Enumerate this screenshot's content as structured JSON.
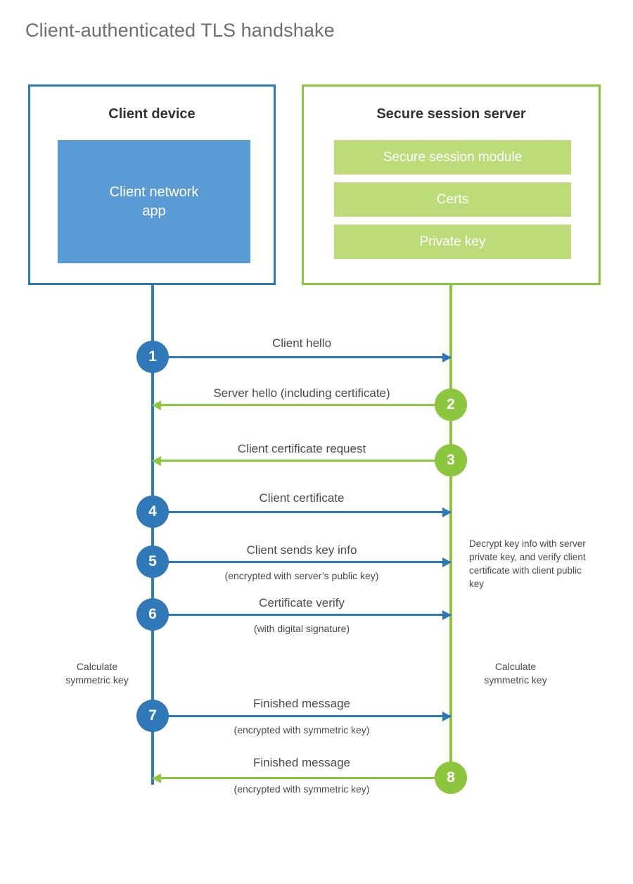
{
  "title": "Client-authenticated TLS handshake",
  "colors": {
    "client_blue": "#3079b8",
    "client_inner_blue": "#5b9bd5",
    "server_green": "#8cc63e",
    "server_inner_green": "#bddb79",
    "text_gray": "#4a4a4a",
    "title_gray": "#6e6e6e",
    "background": "#ffffff"
  },
  "client": {
    "title": "Client device",
    "app_label": "Client network\napp"
  },
  "server": {
    "title": "Secure session server",
    "components": [
      {
        "label": "Secure session module"
      },
      {
        "label": "Certs"
      },
      {
        "label": "Private key"
      }
    ]
  },
  "steps": [
    {
      "number": "1",
      "label": "Client hello",
      "sub": "",
      "direction": "client-to-server",
      "color": "blue"
    },
    {
      "number": "2",
      "label": "Server hello (including certificate)",
      "sub": "",
      "direction": "server-to-client",
      "color": "green"
    },
    {
      "number": "3",
      "label": "Client certificate request",
      "sub": "",
      "direction": "server-to-client",
      "color": "green"
    },
    {
      "number": "4",
      "label": "Client certificate",
      "sub": "",
      "direction": "client-to-server",
      "color": "blue"
    },
    {
      "number": "5",
      "label": "Client sends key info",
      "sub": "(encrypted with server’s public key)",
      "direction": "client-to-server",
      "color": "blue"
    },
    {
      "number": "6",
      "label": "Certificate verify",
      "sub": "(with digital signature)",
      "direction": "client-to-server",
      "color": "blue"
    },
    {
      "number": "7",
      "label": "Finished message",
      "sub": "(encrypted with symmetric key)",
      "direction": "client-to-server",
      "color": "blue"
    },
    {
      "number": "8",
      "label": "Finished message",
      "sub": "(encrypted with symmetric key)",
      "direction": "server-to-client",
      "color": "green"
    }
  ],
  "annotations": {
    "server_decrypt": "Decrypt key info with server private key, and verify client certificate with client public key",
    "client_calculate": "Calculate\nsymmetric key",
    "server_calculate": "Calculate\nsymmetric key"
  }
}
